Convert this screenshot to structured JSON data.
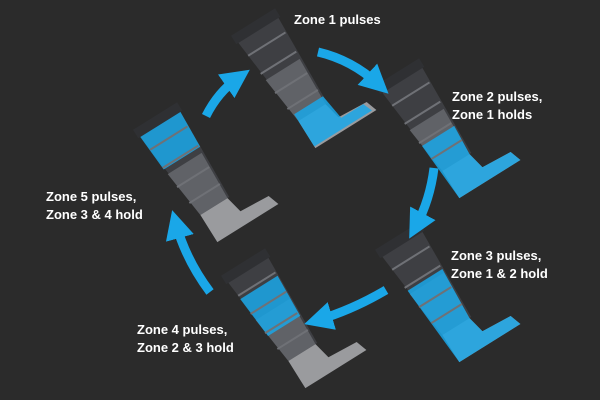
{
  "stages": [
    {
      "lines": [
        "Zone 1 pulses"
      ]
    },
    {
      "lines": [
        "Zone 2 pulses,",
        "Zone 1 holds"
      ]
    },
    {
      "lines": [
        "Zone 3 pulses,",
        "Zone 1 & 2 hold"
      ]
    },
    {
      "lines": [
        "Zone 4 pulses,",
        "Zone 2 & 3 hold"
      ]
    },
    {
      "lines": [
        "Zone 5 pulses,",
        "Zone 3 & 4 hold"
      ]
    }
  ],
  "colors": {
    "background": "#2b2b2b",
    "accent": "#1aa7e8",
    "sleeve_dark": "#3e3f43",
    "sleeve_light": "#606267",
    "leg": "#9a9b9e",
    "text": "#ffffff"
  },
  "icons": [
    "compression-leg-sleeve-icon",
    "cycle-arrow-icon"
  ]
}
